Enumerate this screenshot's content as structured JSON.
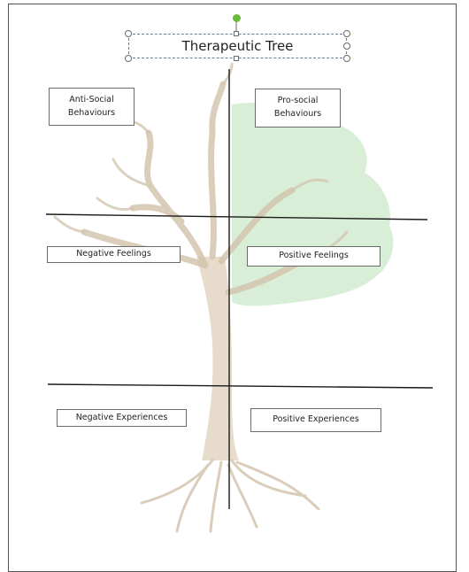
{
  "title": "Therapeutic Tree",
  "quadrants": {
    "top_left": "Anti-Social\nBehaviours",
    "top_right": "Pro-social\nBehaviours",
    "middle_left": "Negative Feelings",
    "middle_right": "Positive Feelings",
    "bottom_left": "Negative Experiences",
    "bottom_right": "Positive Experiences"
  },
  "colors": {
    "trunk": "#d9cbb4",
    "foliage": "#d5ecd3",
    "lines": "#1a1a1a",
    "selection": "#5a7ea8",
    "rotate_handle": "#6aba3b"
  }
}
